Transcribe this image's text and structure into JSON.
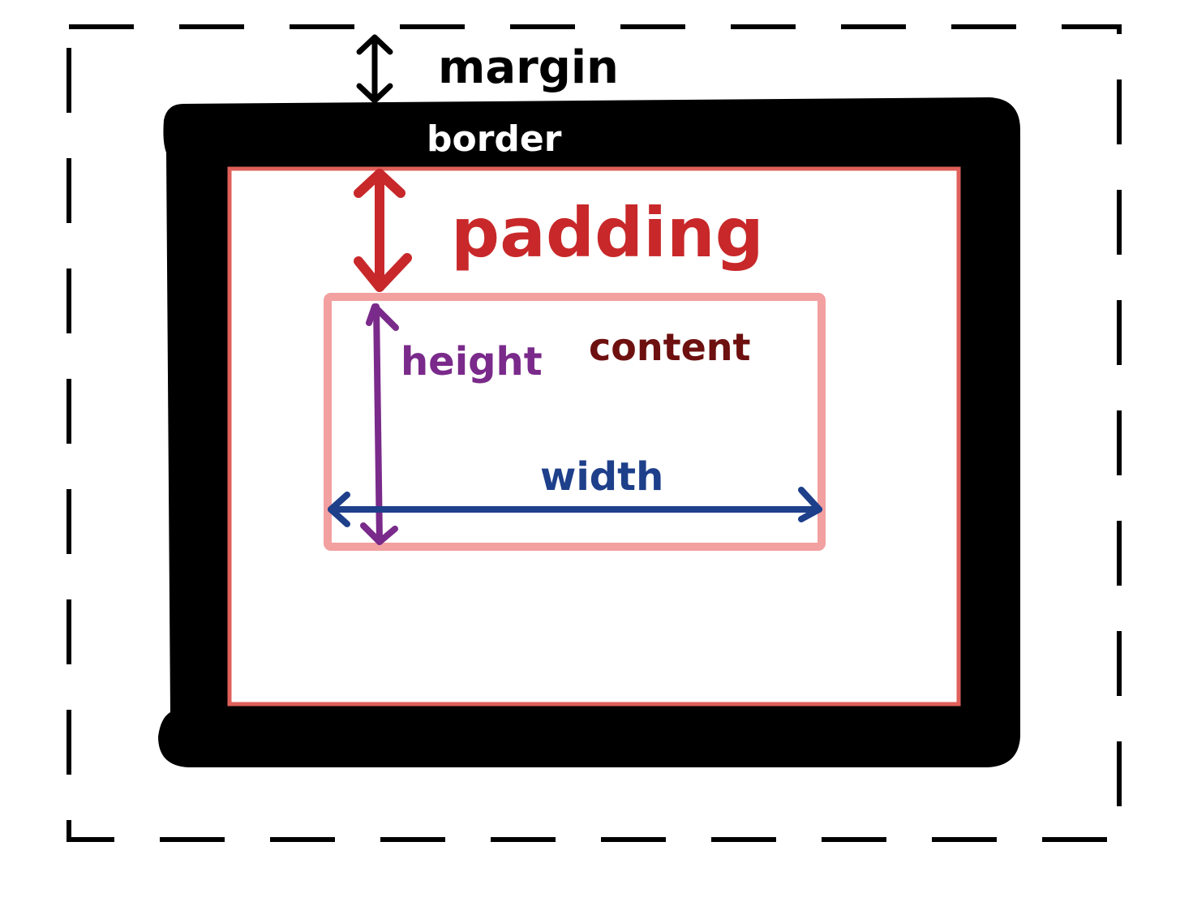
{
  "labels": {
    "margin": "margin",
    "border": "border",
    "padding": "padding",
    "content": "content",
    "height": "height",
    "width": "width"
  },
  "colors": {
    "background": "#ffffff",
    "margin": "#000000",
    "border": "#000000",
    "border_label": "#ffffff",
    "padding_outline": "#e0605a",
    "padding": "#c8282a",
    "content_box": "#f2a0a0",
    "content": "#6e1010",
    "height": "#7a2a8a",
    "width": "#1e3f8a"
  }
}
